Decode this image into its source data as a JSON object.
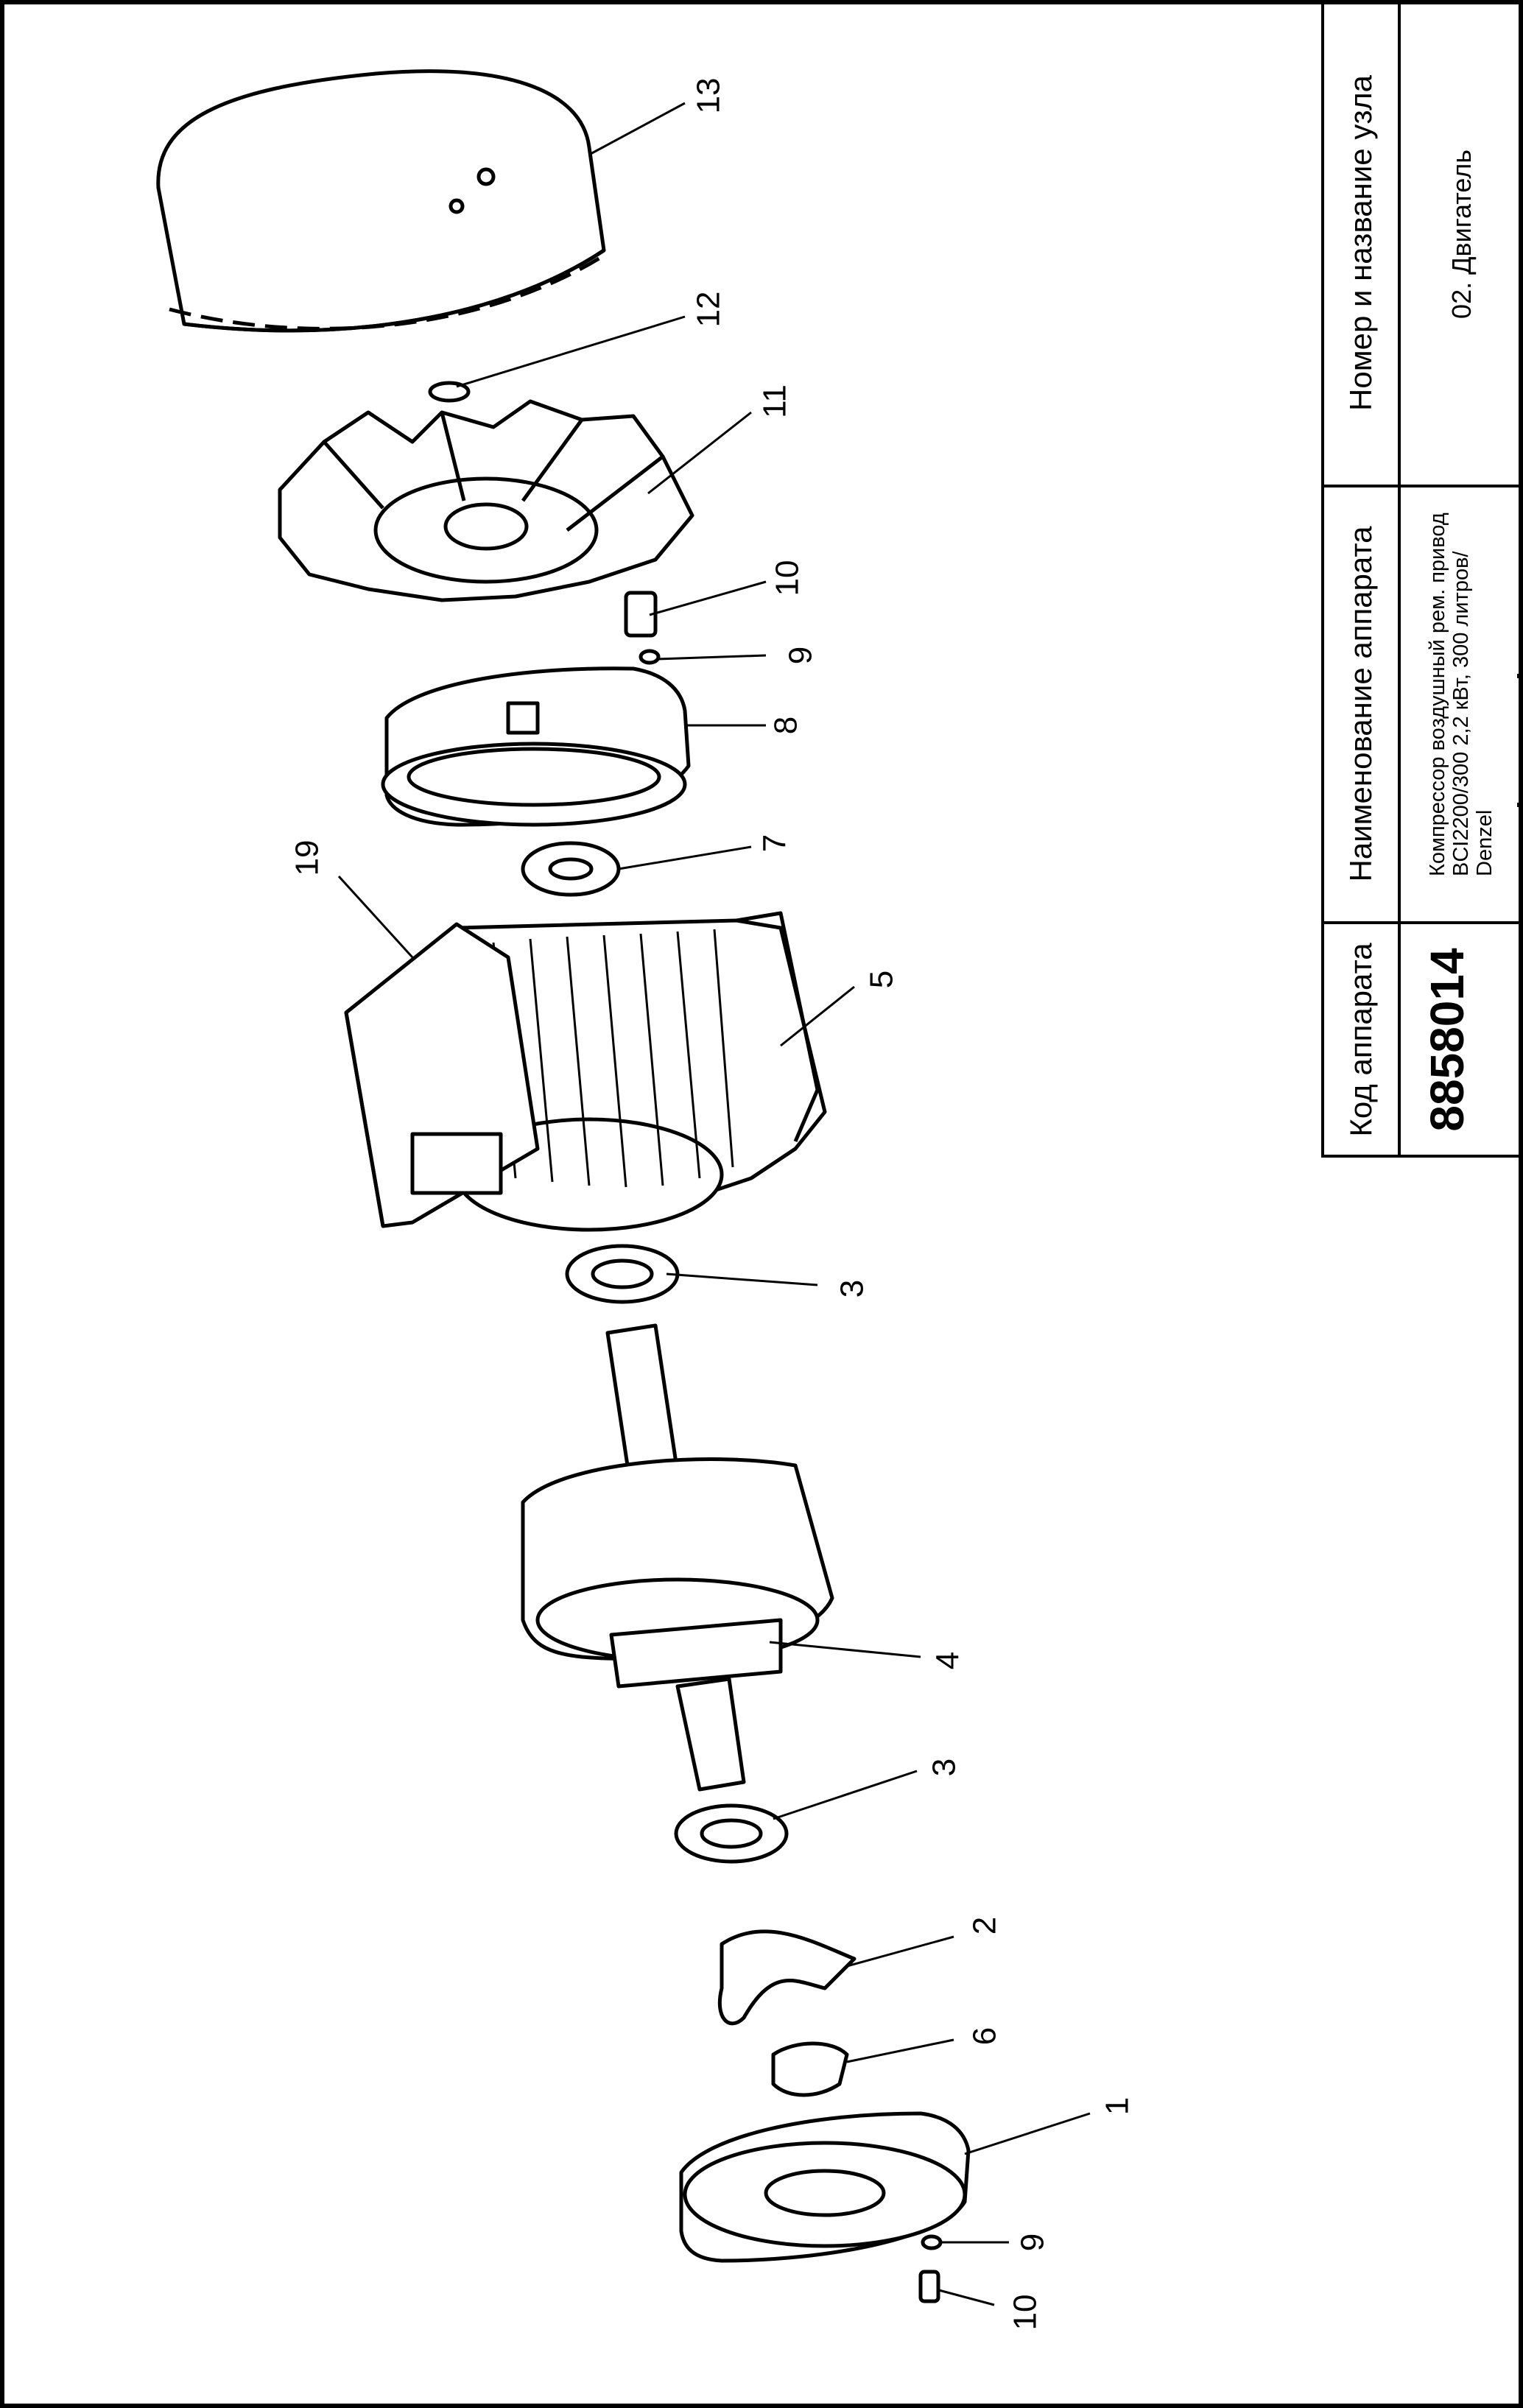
{
  "title_block": {
    "header_code": "Код аппарата",
    "header_name": "Наименование аппарата",
    "header_node": "Номер и название узла",
    "code": "8858014",
    "name": "Компрессор воздушный рем. привод BCI2200/300  2,2 кВт, 300 литров/ Denzel",
    "node": "02. Двигатель"
  },
  "callouts": [
    "13",
    "12",
    "11",
    "10",
    "9",
    "8",
    "7",
    "19",
    "5",
    "3",
    "4",
    "3",
    "2",
    "6",
    "1",
    "9",
    "10"
  ]
}
